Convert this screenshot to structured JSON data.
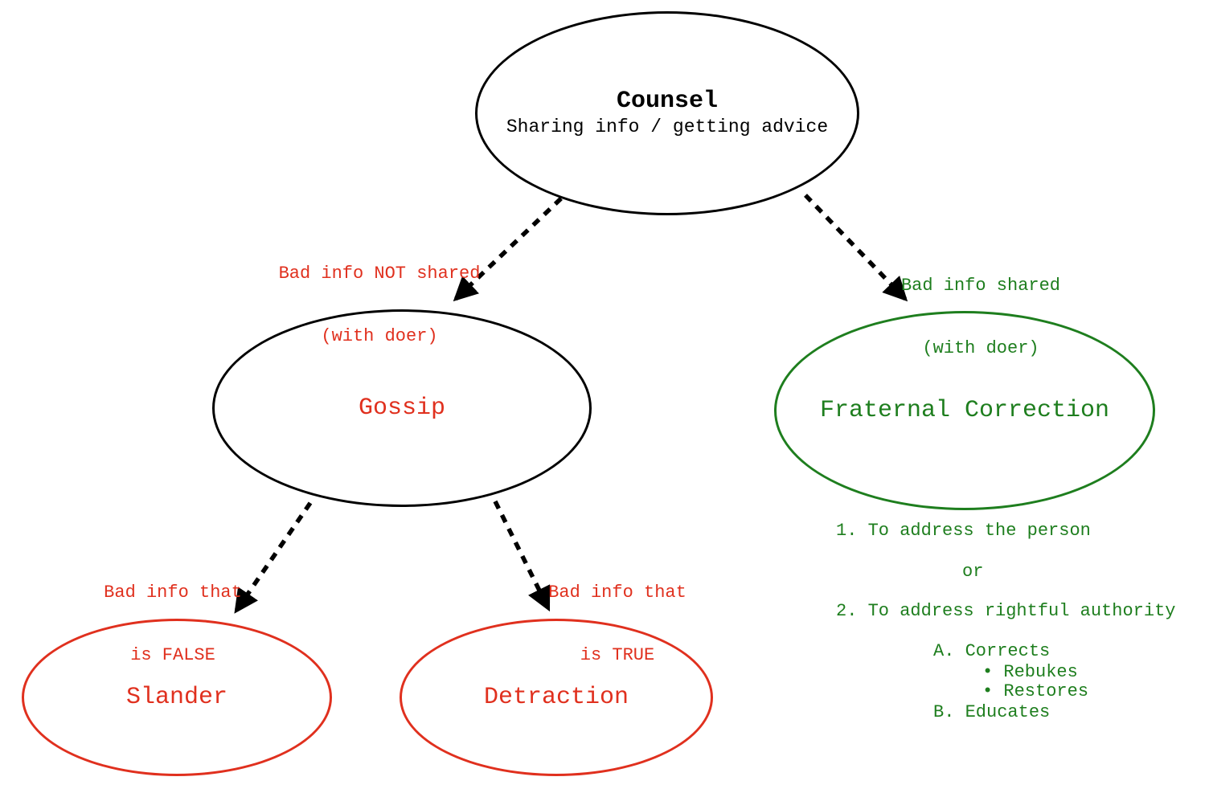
{
  "nodes": {
    "counsel": {
      "title": "Counsel",
      "subtitle": "Sharing info / getting advice"
    },
    "gossip": {
      "label": "Gossip"
    },
    "fraternal": {
      "label": "Fraternal Correction"
    },
    "slander": {
      "label": "Slander"
    },
    "detraction": {
      "label": "Detraction"
    }
  },
  "edges": {
    "counsel_to_gossip": {
      "line1": "Bad info NOT shared",
      "line2": "(with doer)"
    },
    "counsel_to_fraternal": {
      "line1": "Bad info shared",
      "line2": "(with doer)"
    },
    "gossip_to_slander": {
      "line1": "Bad info that",
      "line2": "is FALSE"
    },
    "gossip_to_detraction": {
      "line1": "Bad info that",
      "line2": "is TRUE"
    }
  },
  "fraternal_notes": [
    {
      "text": "1. To address the person"
    },
    {
      "text": "or"
    },
    {
      "text": "2. To address rightful authority"
    },
    {
      "text": "A. Corrects"
    },
    {
      "text": "• Rebukes"
    },
    {
      "text": "• Restores"
    },
    {
      "text": "B. Educates"
    }
  ],
  "colors": {
    "negative_red": "#e0301e",
    "positive_green": "#1e7e1e",
    "neutral_black": "#000000"
  }
}
